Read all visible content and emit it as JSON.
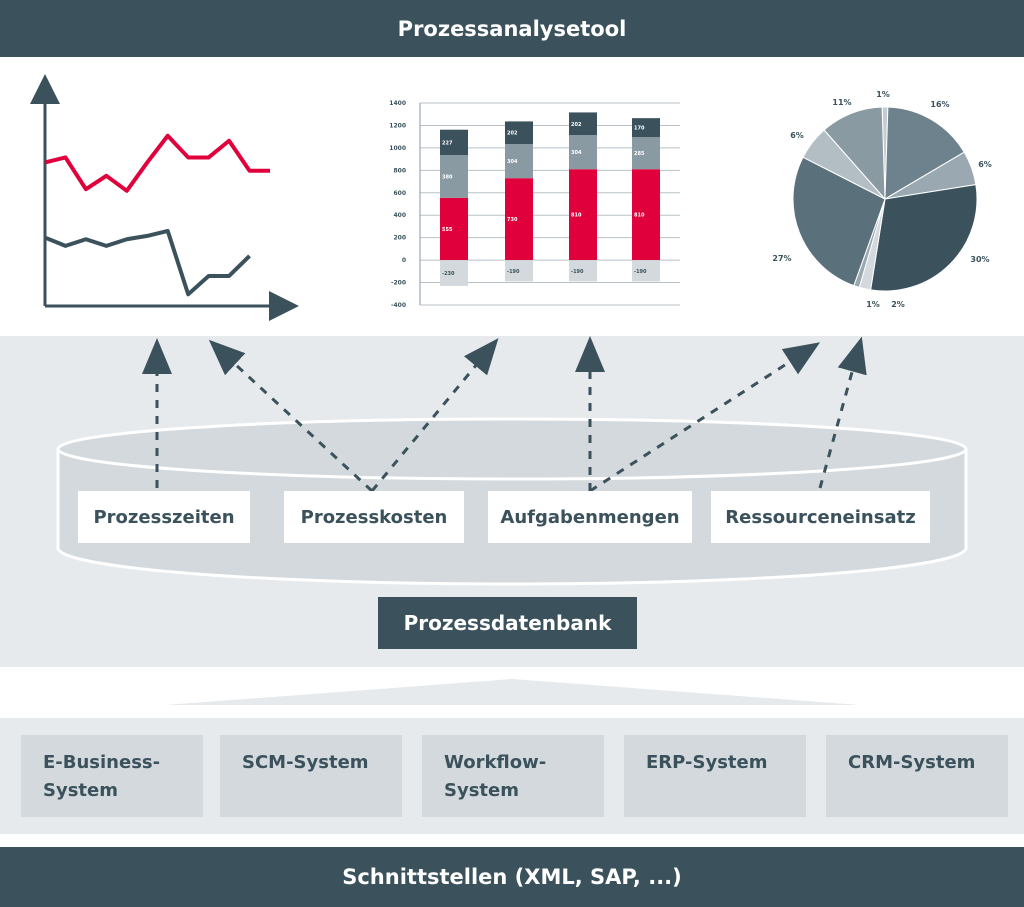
{
  "header": {
    "title": "Prozessanalysetool"
  },
  "footer": {
    "title": "Schnittstellen (XML, SAP, ...)"
  },
  "database": {
    "label": "Prozessdatenbank",
    "fields": [
      "Prozesszeiten",
      "Prozesskosten",
      "Aufgabenmengen",
      "Ressourceneinsatz"
    ]
  },
  "systems": [
    [
      "E-Business-",
      "System"
    ],
    [
      "SCM-System",
      ""
    ],
    [
      "Workflow-",
      "System"
    ],
    [
      "ERP-System",
      ""
    ],
    [
      "CRM-System",
      ""
    ]
  ],
  "colors": {
    "dark": "#3b525c",
    "accent": "#e0003c",
    "light": "#e6eaed",
    "box": "#d3d9dd"
  },
  "chart_data": [
    {
      "type": "line",
      "x": [
        1,
        2,
        3,
        4,
        5,
        6,
        7,
        8,
        9,
        10,
        11,
        12
      ],
      "series": [
        {
          "values": [
            8.6,
            8.9,
            7.0,
            7.8,
            6.9,
            8.6,
            10.2,
            8.9,
            8.9,
            9.9,
            8.1,
            8.1
          ],
          "color": "#e0003c"
        },
        {
          "values": [
            4.1,
            3.6,
            4.0,
            3.6,
            4.0,
            4.2,
            4.5,
            0.7,
            1.8,
            1.8,
            3.0
          ],
          "color": "#3b525c"
        }
      ],
      "ylim": [
        0,
        13
      ]
    },
    {
      "type": "bar",
      "stacked": true,
      "ticks": [
        1400,
        1200,
        1000,
        800,
        600,
        400,
        200,
        0,
        -200,
        -400
      ],
      "ylim": [
        -400,
        1400
      ],
      "grid": true,
      "categories": [
        "",
        "",
        "",
        ""
      ],
      "series": [
        {
          "values": [
            555,
            730,
            810,
            810
          ],
          "labels": [
            "555",
            "730",
            "810",
            "810"
          ],
          "color": "#e0003c"
        },
        {
          "values": [
            380,
            304,
            304,
            285
          ],
          "labels": [
            "380",
            "304",
            "304",
            "285"
          ],
          "color": "#8a9aa3"
        },
        {
          "values": [
            227,
            202,
            202,
            170
          ],
          "labels": [
            "227",
            "202",
            "202",
            "170"
          ],
          "color": "#3b525c"
        },
        {
          "values": [
            -230,
            -190,
            -190,
            -190
          ],
          "labels": [
            "-230",
            "-190",
            "-190",
            "-190"
          ],
          "color": "#d3d9dd"
        }
      ]
    },
    {
      "type": "pie",
      "slices": [
        {
          "label": "1%",
          "value": 1,
          "color": "#c3ccd1"
        },
        {
          "label": "16%",
          "value": 16,
          "color": "#6d828c"
        },
        {
          "label": "6%",
          "value": 6,
          "color": "#9aa9b1"
        },
        {
          "label": "30%",
          "value": 30,
          "color": "#3b525c"
        },
        {
          "label": "2%",
          "value": 2,
          "color": "#d3d9dd"
        },
        {
          "label": "1%",
          "value": 1,
          "color": "#9aa9b1"
        },
        {
          "label": "27%",
          "value": 27,
          "color": "#5a717b"
        },
        {
          "label": "6%",
          "value": 6,
          "color": "#b3bec4"
        },
        {
          "label": "11%",
          "value": 11,
          "color": "#8a9aa3"
        }
      ]
    }
  ]
}
